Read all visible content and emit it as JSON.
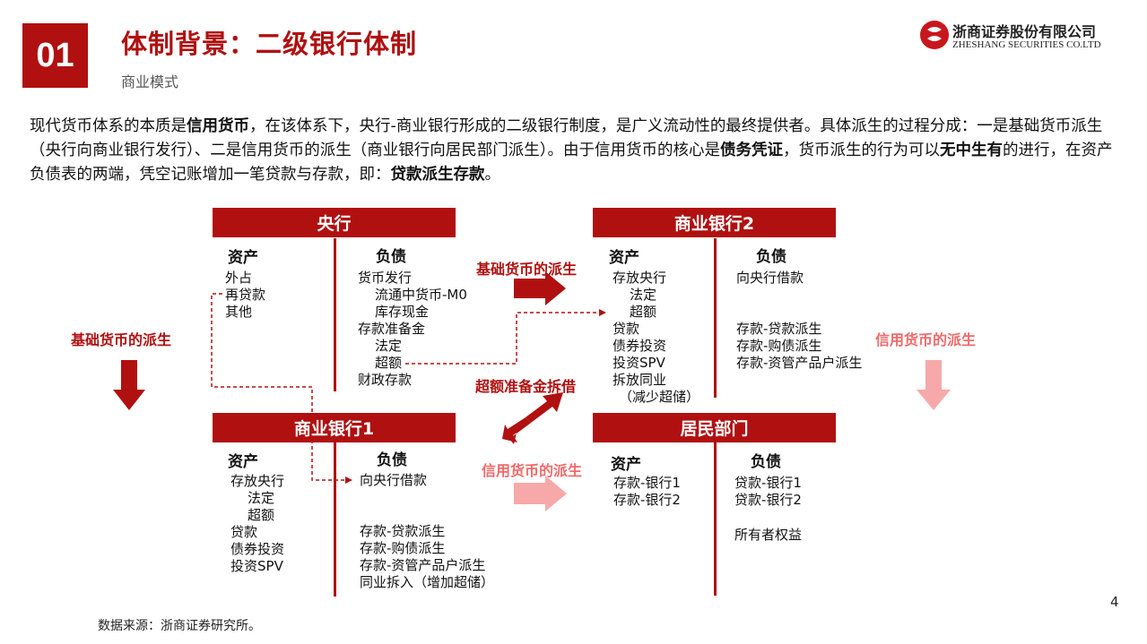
{
  "header": {
    "section_number": "01",
    "title": "体制背景：二级银行体制",
    "subtitle": "商业模式",
    "logo_cn": "浙商证券股份有限公司",
    "logo_en": "ZHESHANG SECURITIES CO.LTD"
  },
  "intro": {
    "p1": "现代货币体系的本质是",
    "b1": "信用货币",
    "p2": "，在该体系下，央行-商业银行形成的二级银行制度，是广义流动性的最终提供者。具体派生的过程分成：一是基础货币派生（央行向商业银行发行）、二是信用货币的派生（商业银行向居民部门派生）。由于信用货币的核心是",
    "b2": "债务凭证",
    "p3": "，货币派生的行为可以",
    "b3": "无中生有",
    "p4": "的进行，在资产负债表的两端，凭空记账增加一笔贷款与存款，即：",
    "b4": "贷款派生存款",
    "p5": "。"
  },
  "central_bank": {
    "title": "央行",
    "assets_header": "资产",
    "liabilities_header": "负债",
    "assets": [
      "外占",
      "再贷款",
      "其他"
    ],
    "liabilities": [
      "货币发行",
      "流通中货币-M0",
      "库存现金",
      "存款准备金",
      "法定",
      "超额",
      "财政存款"
    ]
  },
  "commercial_bank_1": {
    "title": "商业银行1",
    "assets_header": "资产",
    "liabilities_header": "负债",
    "assets": [
      "存放央行",
      "法定",
      "超额",
      "贷款",
      "债券投资",
      "投资SPV"
    ],
    "liabilities": [
      "向央行借款",
      "存款-贷款派生",
      "存款-购债派生",
      "存款-资管产品户派生",
      "同业拆入（增加超储）"
    ]
  },
  "commercial_bank_2": {
    "title": "商业银行2",
    "assets_header": "资产",
    "liabilities_header": "负债",
    "assets": [
      "存放央行",
      "法定",
      "超额",
      "贷款",
      "债券投资",
      "投资SPV",
      "拆放同业",
      "（减少超储）"
    ],
    "liabilities": [
      "向央行借款",
      "存款-贷款派生",
      "存款-购债派生",
      "存款-资管产品户派生"
    ]
  },
  "households": {
    "title": "居民部门",
    "assets_header": "资产",
    "liabilities_header": "负债",
    "assets": [
      "存款-银行1",
      "存款-银行2"
    ],
    "liabilities": [
      "贷款-银行1",
      "贷款-银行2",
      "所有者权益"
    ]
  },
  "labels": {
    "base_money_left": "基础货币的派生",
    "base_money_mid": "基础货币的派生",
    "excess_reserve_lending": "超额准备金拆借",
    "credit_money_mid": "信用货币的派生",
    "credit_money_right": "信用货币的派生"
  },
  "colors": {
    "brand_red": "#b01010",
    "pink": "#f06a6a",
    "light_pink": "#f7a9a9"
  },
  "footer": {
    "source": "数据来源：浙商证券研究所。",
    "page": "4"
  }
}
